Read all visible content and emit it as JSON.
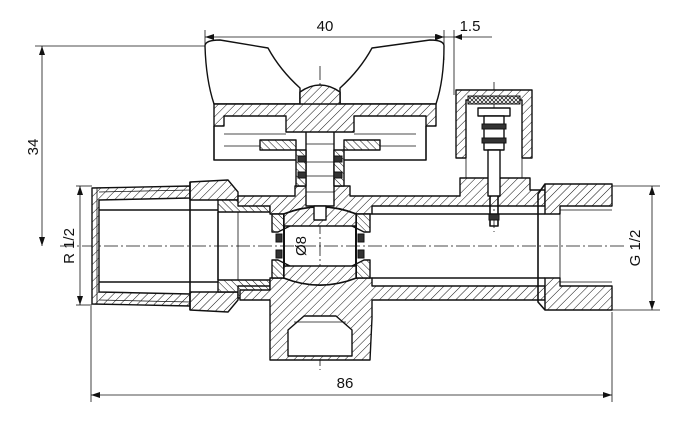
{
  "dimensions": {
    "top_width": "40",
    "top_gap": "1.5",
    "left_height": "34",
    "left_thread": "R 1/2",
    "bore": "Ø8",
    "right_thread": "G 1/2",
    "total_length": "86"
  }
}
